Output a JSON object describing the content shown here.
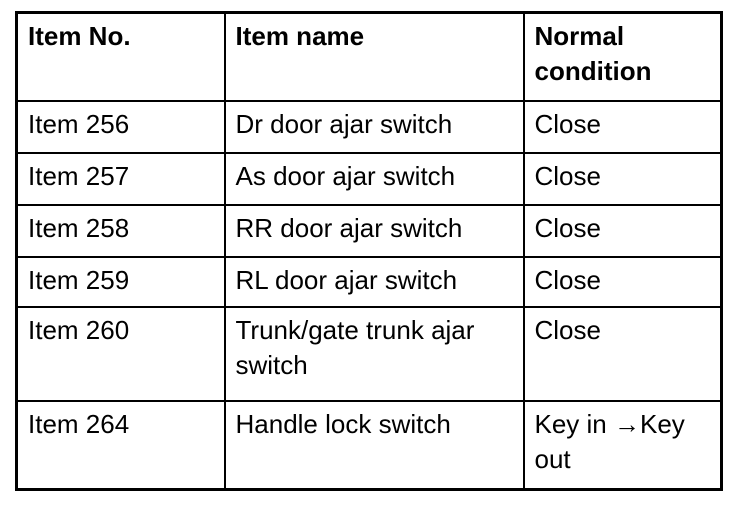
{
  "table": {
    "headers": [
      "Item No.",
      "Item name",
      "Normal condition"
    ],
    "rows": [
      {
        "item_no": "Item 256",
        "item_name": "Dr door ajar switch",
        "normal_condition": "Close"
      },
      {
        "item_no": "Item 257",
        "item_name": "As door ajar switch",
        "normal_condition": "Close"
      },
      {
        "item_no": "Item 258",
        "item_name": "RR door ajar switch",
        "normal_condition": "Close"
      },
      {
        "item_no": "Item 259",
        "item_name": "RL door ajar switch",
        "normal_condition": "Close"
      },
      {
        "item_no": "Item 260",
        "item_name": "Trunk/gate trunk ajar switch",
        "normal_condition": "Close"
      },
      {
        "item_no": "Item 264",
        "item_name": "Handle lock switch",
        "normal_condition": "Key in →Key out"
      }
    ]
  }
}
